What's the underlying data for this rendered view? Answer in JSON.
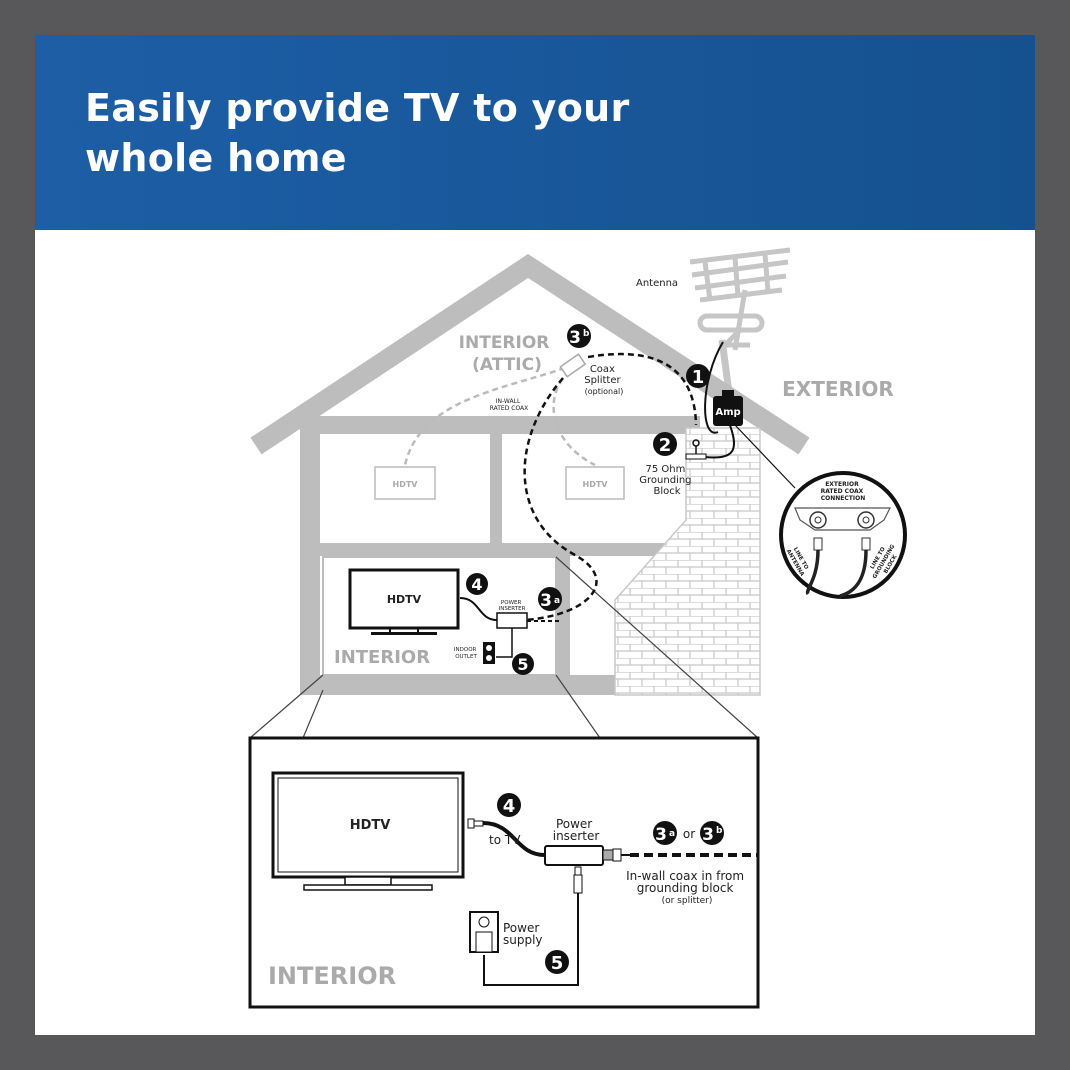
{
  "header": {
    "title_line1": "Easily provide TV to your",
    "title_line2": "whole home"
  },
  "house": {
    "antenna": "Antenna",
    "attic": [
      "INTERIOR",
      "(ATTIC)"
    ],
    "exterior": "EXTERIOR",
    "coax_splitter": [
      "Coax",
      "Splitter",
      "(optional)"
    ],
    "in_wall_coax": [
      "IN-WALL",
      "RATED COAX"
    ],
    "amp": "Amp",
    "grounding_block": [
      "75 Ohm",
      "Grounding",
      "Block"
    ],
    "upper_tv": "HDTV",
    "hdtv": "HDTV",
    "power_inserter": [
      "POWER",
      "INSERTER"
    ],
    "indoor_outlet": [
      "INDOOR",
      "OUTLET"
    ],
    "interior": "INTERIOR"
  },
  "callout": {
    "title": [
      "EXTERIOR",
      "RATED COAX",
      "CONNECTION"
    ],
    "line_to_antenna": [
      "LINE TO",
      "ANTENNA"
    ],
    "line_to_grounding": [
      "LINE TO",
      "GROUNDING",
      "BLOCK"
    ]
  },
  "inset": {
    "hdtv": "HDTV",
    "to_tv": "to TV",
    "power_inserter": [
      "Power",
      "inserter"
    ],
    "or": "or",
    "in_wall": [
      "In-wall coax in from",
      "grounding block",
      "(or splitter)"
    ],
    "power_supply": [
      "Power",
      "supply"
    ],
    "interior": "INTERIOR"
  },
  "badges": {
    "one": "1",
    "two": "2",
    "three": "3",
    "a": "a",
    "b": "b",
    "four": "4",
    "five": "5"
  },
  "colors": {
    "banner": "#1d5ea6",
    "frame": "#58585a",
    "structure": "#bdbdbd",
    "ink": "#1a1a1a"
  }
}
